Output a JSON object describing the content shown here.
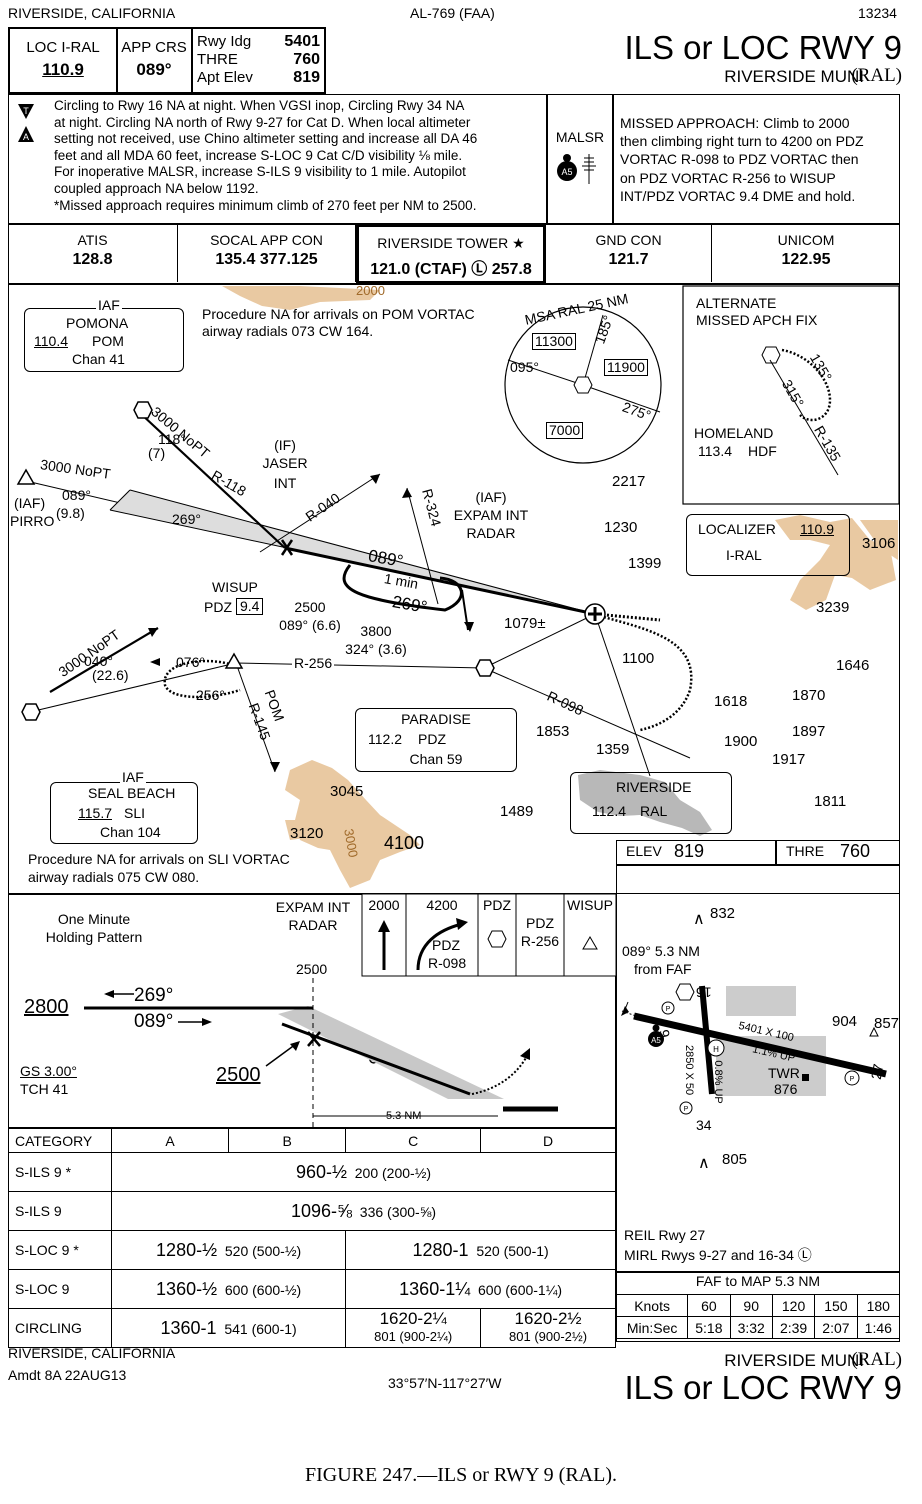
{
  "header": {
    "location": "RIVERSIDE, CALIFORNIA",
    "chart_id": "AL-769 (FAA)",
    "proc_number": "13234",
    "title": "ILS or LOC RWY 9",
    "airport": "RIVERSIDE MUNI",
    "airport_id": "(RAL)"
  },
  "brief": {
    "loc_label": "LOC  I-RAL",
    "loc_freq": "110.9",
    "crs_label": "APP CRS",
    "crs_value": "089°",
    "rwy_idg_label": "Rwy Idg",
    "rwy_idg": "5401",
    "thre_label": "THRE",
    "thre": "760",
    "apt_elev_label": "Apt Elev",
    "apt_elev": "819"
  },
  "notes": {
    "lines": [
      "Circling to Rwy 16 NA at night.  When VGSI inop, Circling Rwy 34 NA",
      "at night.  Circling NA north of Rwy 9-27 for Cat D.  When local altimeter",
      "setting not received, use Chino altimeter setting and increase all DA 46",
      "feet and all MDA 60 feet, increase S-LOC 9 Cat C/D visibility ⅛ mile.",
      "For inoperative MALSR, increase S-ILS 9 visibility to 1 mile.  Autopilot",
      "coupled approach NA below 1192.",
      "*Missed approach requires minimum climb of 270 feet per NM to 2500."
    ],
    "lighting": "MALSR",
    "lighting_code": "A5",
    "missed_approach": [
      "MISSED APPROACH: Climb to 2000",
      "then climbing right turn to 4200 on PDZ",
      "VORTAC R-098 to PDZ VORTAC then",
      "on PDZ VORTAC R-256 to WISUP",
      "INT/PDZ VORTAC 9.4 DME and hold."
    ]
  },
  "comms": [
    {
      "label": "ATIS",
      "value": "128.8"
    },
    {
      "label": "SOCAL APP CON",
      "value": "135.4  377.125"
    },
    {
      "label": "RIVERSIDE TOWER ★",
      "value": "121.0 (CTAF) Ⓛ 257.8"
    },
    {
      "label": "GND CON",
      "value": "121.7"
    },
    {
      "label": "UNICOM",
      "value": "122.95"
    }
  ],
  "planview": {
    "pomona": {
      "iaf": "IAF",
      "name": "POMONA",
      "freq": "110.4",
      "id": "POM",
      "chan": "Chan 41"
    },
    "pom_note": [
      "Procedure NA for arrivals on POM VORTAC",
      "airway radials 073 CW 164."
    ],
    "pom_route": [
      "3000 NoPT",
      "118°",
      "(7)"
    ],
    "pirro": [
      "3000 NoPT",
      "089°",
      "(9.8)",
      "(IAF)",
      "PIRRO"
    ],
    "jaser": [
      "(IF)",
      "JASER",
      "INT"
    ],
    "r118": "R-118",
    "r040": "R-040",
    "hold": {
      "in": "089°",
      "time": "1 min",
      "out": "269°"
    },
    "r324": "R-324",
    "expam": [
      "(IAF)",
      "EXPAM INT",
      "RADAR"
    ],
    "c269": "269°",
    "wisup": {
      "name": "WISUP",
      "id": "PDZ",
      "dme": "9.4"
    },
    "wisup_alt": [
      "2500",
      "089° (6.6)"
    ],
    "seg3800": [
      "3800",
      "324° (3.6)"
    ],
    "r256": "R-256",
    "c076": "076°",
    "c256": "256°",
    "pom_r145": [
      "POM",
      "R-145"
    ],
    "seal_route": [
      "3000 NoPT",
      "040°",
      "(22.6)"
    ],
    "paradise": {
      "name": "PARADISE",
      "freq": "112.2",
      "id": "PDZ",
      "chan": "Chan 59"
    },
    "r098": "R-098",
    "seal": {
      "iaf": "IAF",
      "name": "SEAL BEACH",
      "freq": "115.7",
      "id": "SLI",
      "chan": "Chan 104"
    },
    "sli_note": [
      "Procedure NA for arrivals on SLI VORTAC",
      "airway radials 075 CW 080."
    ],
    "riverside": {
      "name": "RIVERSIDE",
      "freq": "112.4",
      "id": "RAL"
    },
    "localizer": {
      "label": "LOCALIZER",
      "freq": "110.9",
      "id": "I-RAL"
    },
    "msa": {
      "label": "MSA RAL 25 NM",
      "nw": "11300",
      "ne": "11900",
      "s": "7000",
      "b185": "185°",
      "b095": "095°",
      "b275": "275°"
    },
    "alternate": {
      "title": [
        "ALTERNATE",
        "MISSED APCH FIX"
      ],
      "name": "HOMELAND",
      "freq": "113.4",
      "id": "HDF",
      "b135": "135°",
      "b315": "315°",
      "r135": "R-135"
    },
    "elevations": [
      "2217",
      "1230",
      "1399",
      "3106",
      "3239",
      "1079±",
      "1100",
      "1646",
      "1618",
      "1870",
      "1897",
      "1900",
      "1917",
      "1853",
      "1359",
      "1489",
      "1811",
      "3045",
      "3120",
      "4100",
      "2000",
      "3000"
    ]
  },
  "profile": {
    "title": [
      "One Minute",
      "Holding Pattern"
    ],
    "expam": [
      "EXPAM INT",
      "RADAR"
    ],
    "expam_alt": "2500",
    "alt2800": "2800",
    "c269": "269°",
    "c089": "089°",
    "gs": "GS 3.00°",
    "tch": "TCH 41",
    "alt2500": "2500",
    "c089b": "089°",
    "dist": "5.3 NM",
    "icons": {
      "climb": "2000",
      "turn_alt": "4200",
      "turn_id": "PDZ",
      "turn_rad": "R-098",
      "pdz": "PDZ",
      "r256_id": "PDZ",
      "r256": "R-256",
      "wisup": "WISUP"
    }
  },
  "minimums": {
    "header": [
      "CATEGORY",
      "A",
      "B",
      "C",
      "D"
    ],
    "sils9s": {
      "label": "S-ILS 9 *",
      "main": "960-½",
      "sub": "200 (200-½)"
    },
    "sils9": {
      "label": "S-ILS 9",
      "main": "1096-⅝",
      "sub": "336 (300-⅝)"
    },
    "sloc9s": {
      "label": "S-LOC 9 *",
      "ab": "1280-½",
      "ab_sub": "520 (500-½)",
      "cd": "1280-1",
      "cd_sub": "520 (500-1)"
    },
    "sloc9": {
      "label": "S-LOC 9",
      "ab": "1360-½",
      "ab_sub": "600 (600-½)",
      "cd": "1360-1¼",
      "cd_sub": "600 (600-1¼)"
    },
    "circling": {
      "label": "CIRCLING",
      "ab": "1360-1",
      "ab_sub": "541 (600-1)",
      "c": "1620-2¼",
      "c_sub": "801 (900-2¼)",
      "d": "1620-2½",
      "d_sub": "801 (900-2½)"
    }
  },
  "airport": {
    "elev_label": "ELEV",
    "elev": "819",
    "thre_label": "THRE",
    "thre": "760",
    "obst832": "832",
    "approach_note": [
      "089° 5.3 NM",
      "from FAF"
    ],
    "rwy9": "9",
    "rwy27": "27",
    "rwy16": "16",
    "rwy34": "34",
    "dims927": "5401 X 100",
    "grad927": "1.1% UP",
    "dims1634": "2850 X 50",
    "grad1634": "0.8% UP",
    "twr": "TWR",
    "twr_elev": "876",
    "obst904": "904",
    "obst857": "857",
    "obst805": "805",
    "lights": [
      "REIL Rwy 27",
      "MIRL Rwys 9-27 and 16-34 Ⓛ"
    ]
  },
  "timing": {
    "title": "FAF to MAP  5.3 NM",
    "knots_label": "Knots",
    "knots": [
      "60",
      "90",
      "120",
      "150",
      "180"
    ],
    "time_label": "Min:Sec",
    "times": [
      "5:18",
      "3:32",
      "2:39",
      "2:07",
      "1:46"
    ]
  },
  "footer": {
    "location": "RIVERSIDE, CALIFORNIA",
    "amdt": "Amdt 8A  22AUG13",
    "coords": "33°57′N-117°27′W",
    "airport": "RIVERSIDE MUNI",
    "airport_id": "(RAL)",
    "title": "ILS or LOC RWY 9"
  },
  "caption": "FIGURE 247.—ILS or RWY 9 (RAL)."
}
